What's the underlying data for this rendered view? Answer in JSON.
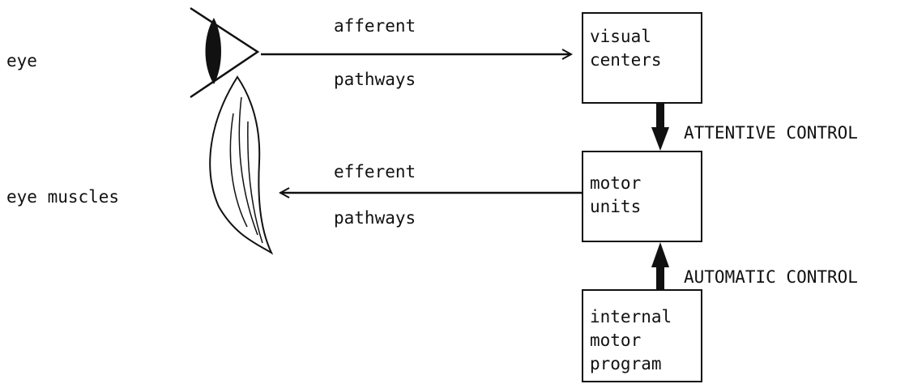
{
  "labels": {
    "eye": "eye",
    "eye_muscles": "eye muscles",
    "afferent": "afferent",
    "afferent_pathways": "pathways",
    "efferent": "efferent",
    "efferent_pathways": "pathways",
    "attentive_control": "ATTENTIVE CONTROL",
    "automatic_control": "AUTOMATIC CONTROL"
  },
  "boxes": {
    "visual_centers": [
      "visual",
      "centers"
    ],
    "motor_units": [
      "motor",
      "units"
    ],
    "internal_motor_program": [
      "internal",
      "motor",
      "program"
    ]
  },
  "icons": {
    "eye": "eye-icon",
    "eye_muscle": "eye-muscle-icon"
  }
}
